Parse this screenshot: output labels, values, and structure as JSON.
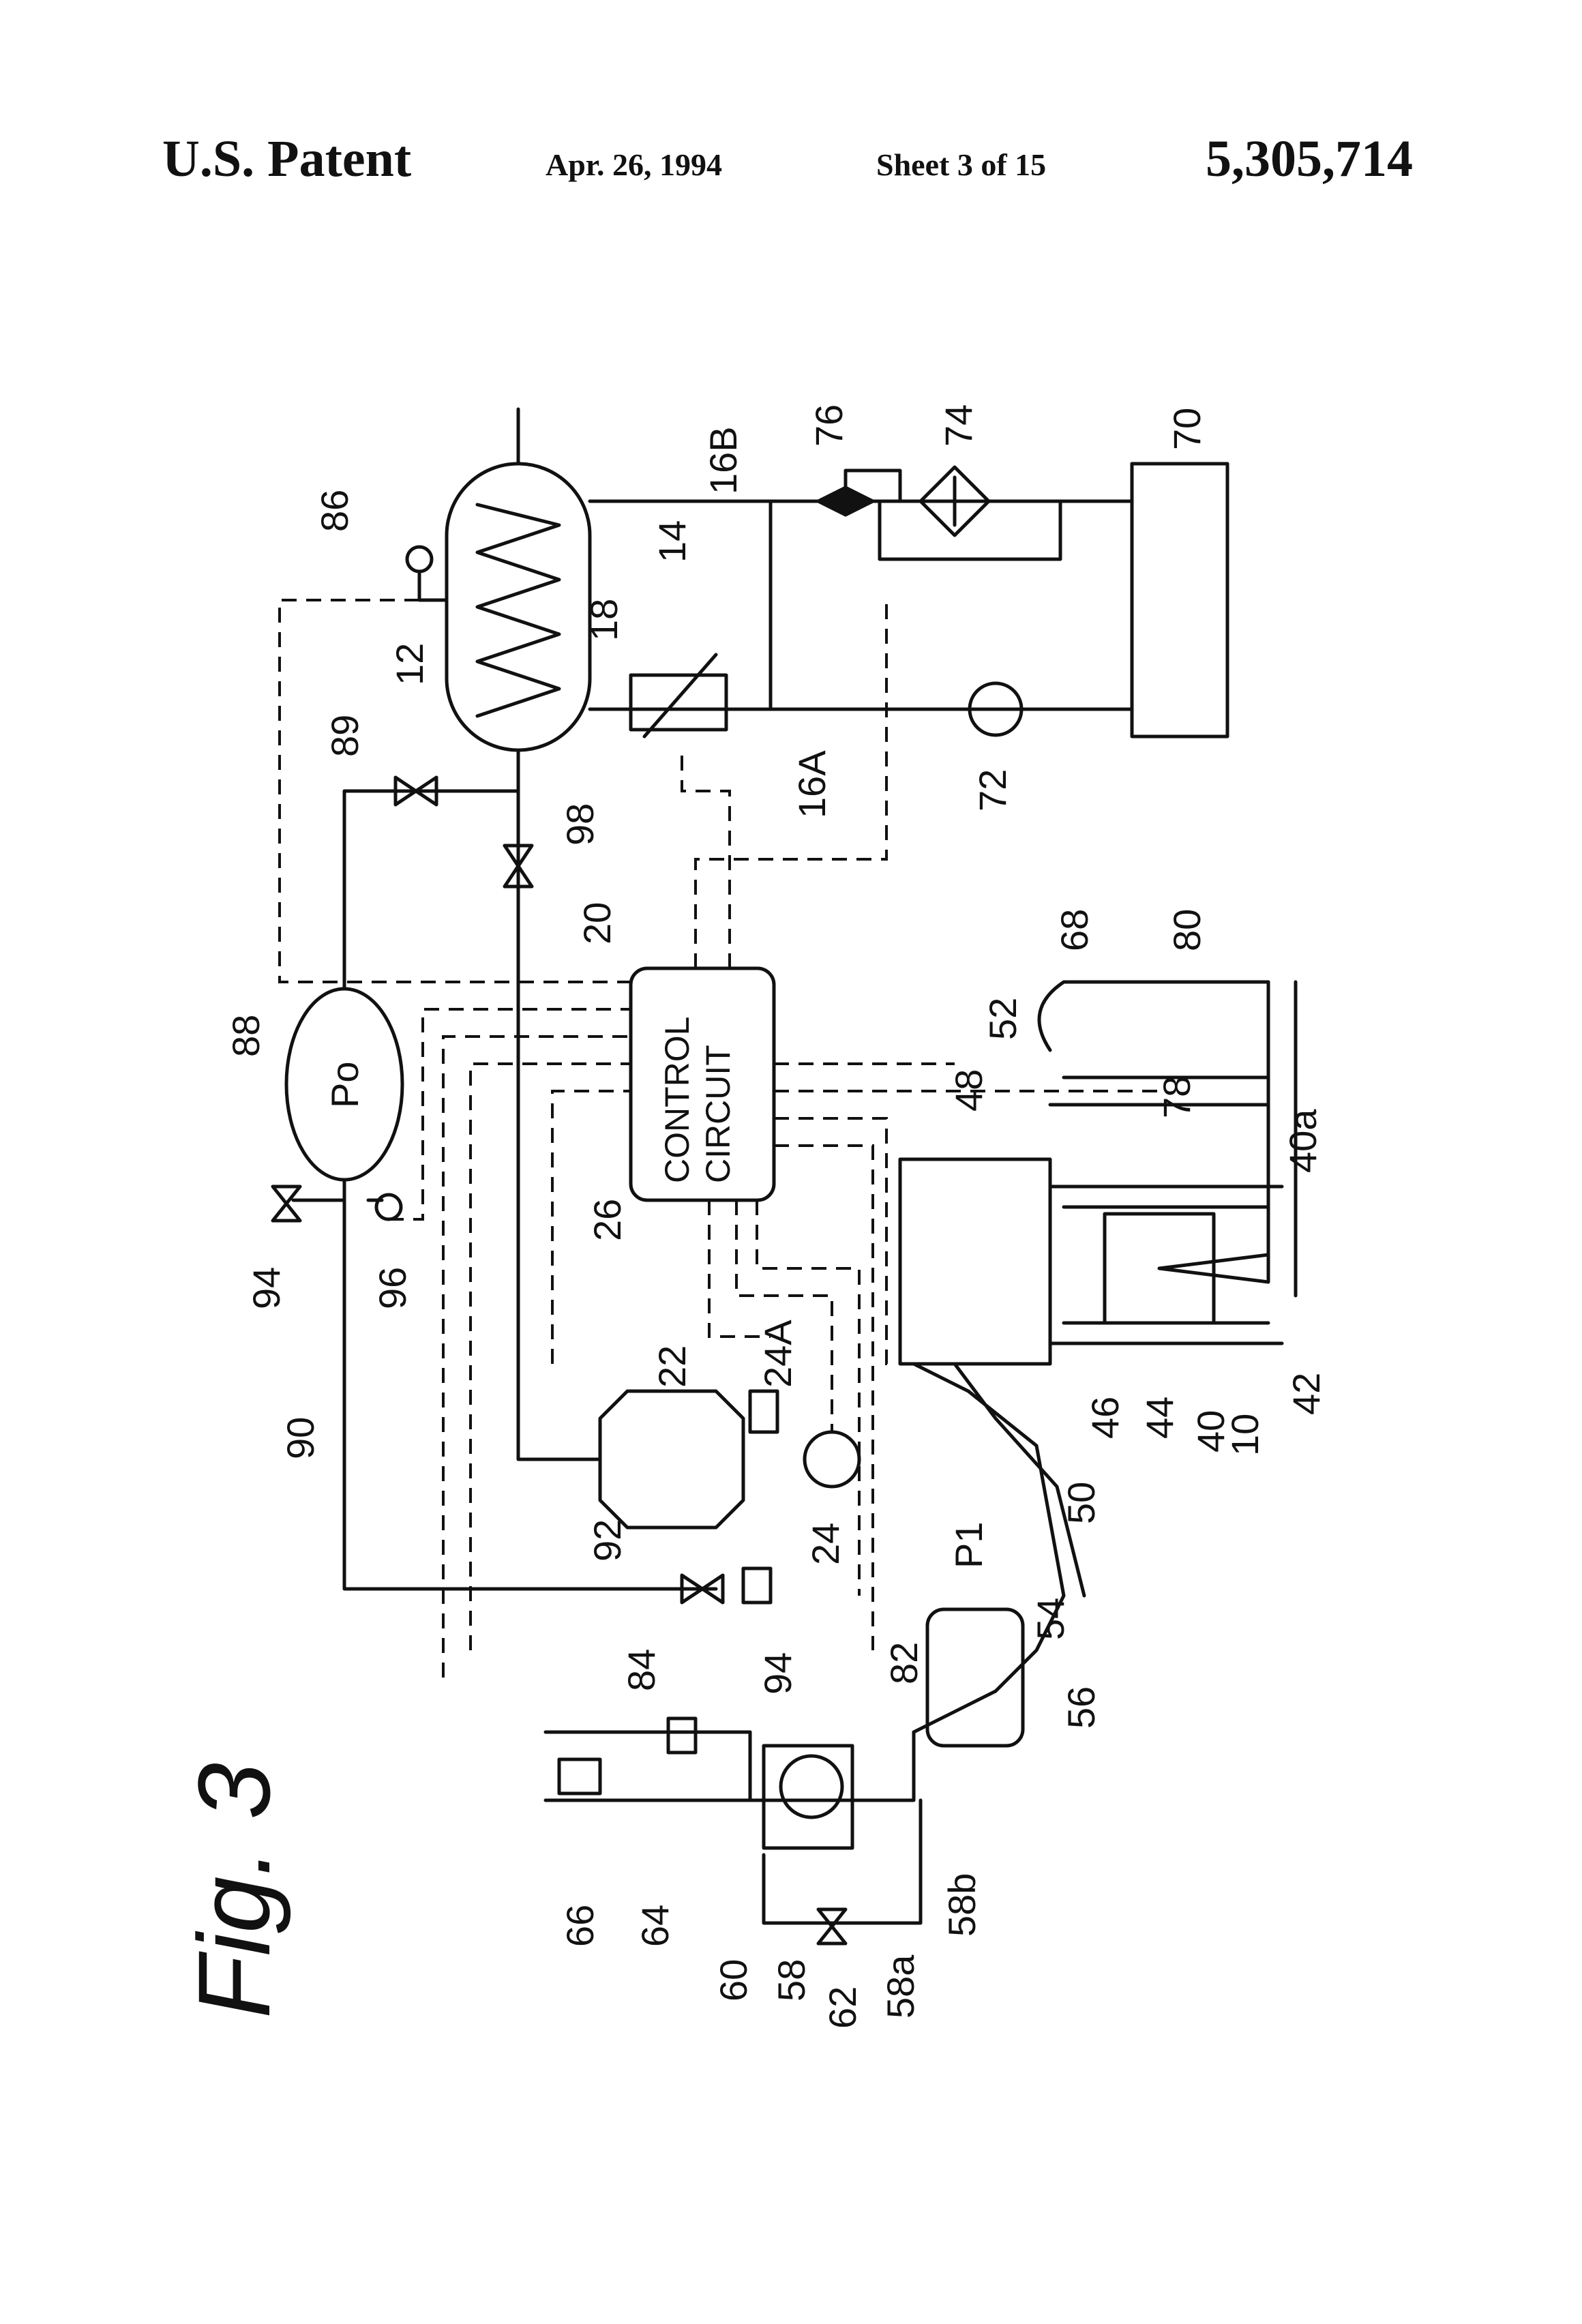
{
  "header": {
    "left": "U.S. Patent",
    "date": "Apr. 26, 1994",
    "sheet": "Sheet 3 of 15",
    "number": "5,305,714"
  },
  "figure": {
    "title": "Fig. 3",
    "control_box": {
      "line1": "CONTROL",
      "line2": "CIRCUIT"
    },
    "tank_label": "Po",
    "pressure_label": "P1",
    "labels": {
      "l10": "10",
      "l12": "12",
      "l14": "14",
      "l16A": "16A",
      "l16B": "16B",
      "l18": "18",
      "l20": "20",
      "l22": "22",
      "l24": "24",
      "l24A": "24A",
      "l26": "26",
      "l40": "40",
      "l40a": "40a",
      "l42": "42",
      "l44": "44",
      "l46": "46",
      "l48": "48",
      "l50": "50",
      "l52": "52",
      "l54": "54",
      "l56": "56",
      "l58": "58",
      "l58a": "58a",
      "l58b": "58b",
      "l60": "60",
      "l62": "62",
      "l64": "64",
      "l66": "66",
      "l68": "68",
      "l70": "70",
      "l72": "72",
      "l74": "74",
      "l76": "76",
      "l78": "78",
      "l80": "80",
      "l82": "82",
      "l84": "84",
      "l86": "86",
      "l88": "88",
      "l89": "89",
      "l90": "90",
      "l92": "92",
      "l94a": "94",
      "l94b": "94",
      "l96": "96",
      "l98": "98"
    }
  }
}
